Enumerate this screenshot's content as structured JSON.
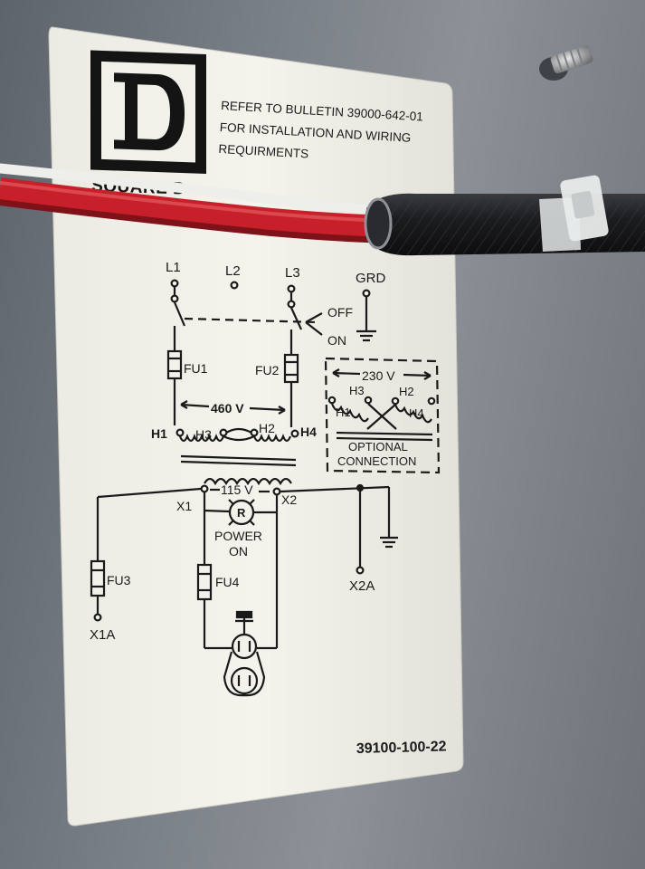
{
  "label": {
    "brand": "SQUARE D",
    "logo_letter": "D",
    "notice_line1": "REFER TO BULLETIN 39000-642-01",
    "notice_line2": "FOR INSTALLATION AND WIRING",
    "notice_line3": "REQUIRMENTS",
    "part_number": "39100-100-22"
  },
  "diagram": {
    "L1": "L1",
    "L2": "L2",
    "L3": "L3",
    "GRD": "GRD",
    "off": "OFF",
    "on": "ON",
    "FU1": "FU1",
    "FU2": "FU2",
    "FU3": "FU3",
    "FU4": "FU4",
    "v460": "460 V",
    "v230": "230 V",
    "v115": "115 V",
    "H1": "H1",
    "H2": "H2",
    "H3": "H3",
    "H4": "H4",
    "opt_H1": "H1",
    "opt_H2": "H2",
    "opt_H3": "H3",
    "opt_H4": "H4",
    "optional": "OPTIONAL",
    "connection": "CONNECTION",
    "X1": "X1",
    "X2": "X2",
    "X1A": "X1A",
    "X2A": "X2A",
    "R": "R",
    "power": "POWER",
    "power_on": "ON"
  },
  "colors": {
    "panel": "#7a8087",
    "label": "#f2f1ea",
    "ink": "#1a1a1a",
    "wire_red": "#c8202a",
    "wire_white": "#eeeeea",
    "sleeve": "#1c1d20"
  }
}
